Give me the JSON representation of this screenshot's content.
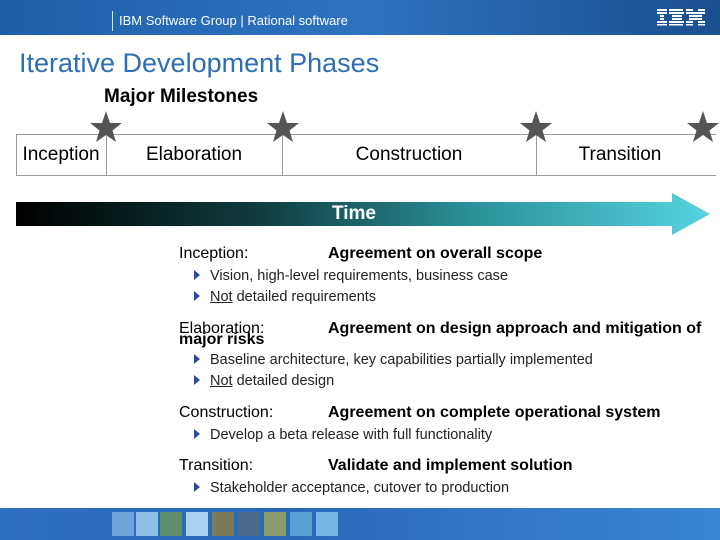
{
  "header": {
    "text": "IBM Software Group | Rational software",
    "logo": "IBM"
  },
  "title": "Iterative Development Phases",
  "milestones_label": "Major  Milestones",
  "phases": [
    "Inception",
    "Elaboration",
    "Construction",
    "Transition"
  ],
  "time_label": "Time",
  "details": [
    {
      "label": "Inception:",
      "description": "Agreement on overall scope",
      "bullets": [
        {
          "pre": "",
          "underline": "",
          "text": "Vision, high-level requirements, business case"
        },
        {
          "pre": "",
          "underline": "Not",
          "text": " detailed requirements"
        }
      ]
    },
    {
      "label": "Elaboration:",
      "label_overlap": "major risks",
      "description": "Agreement on design approach and mitigation of",
      "bullets": [
        {
          "pre": "",
          "underline": "",
          "text": "Baseline architecture, key capabilities partially implemented"
        },
        {
          "pre": "",
          "underline": "Not",
          "text": " detailed design"
        }
      ]
    },
    {
      "label": "Construction:",
      "description": "Agreement on complete operational system",
      "bullets": [
        {
          "pre": "",
          "underline": "",
          "text": "Develop a beta release with full functionality"
        }
      ]
    },
    {
      "label": "Transition:",
      "description": "Validate and implement solution",
      "bullets": [
        {
          "pre": "",
          "underline": "",
          "text": "Stakeholder acceptance, cutover to production"
        }
      ]
    }
  ],
  "colors": {
    "header": "#2e73bf",
    "title": "#2e6eb5",
    "star": "#555555",
    "arrow_end": "#4cc8d8"
  },
  "icons": [
    "milestone-star-icon",
    "bullet-triangle-icon",
    "ibm-logo-icon"
  ]
}
